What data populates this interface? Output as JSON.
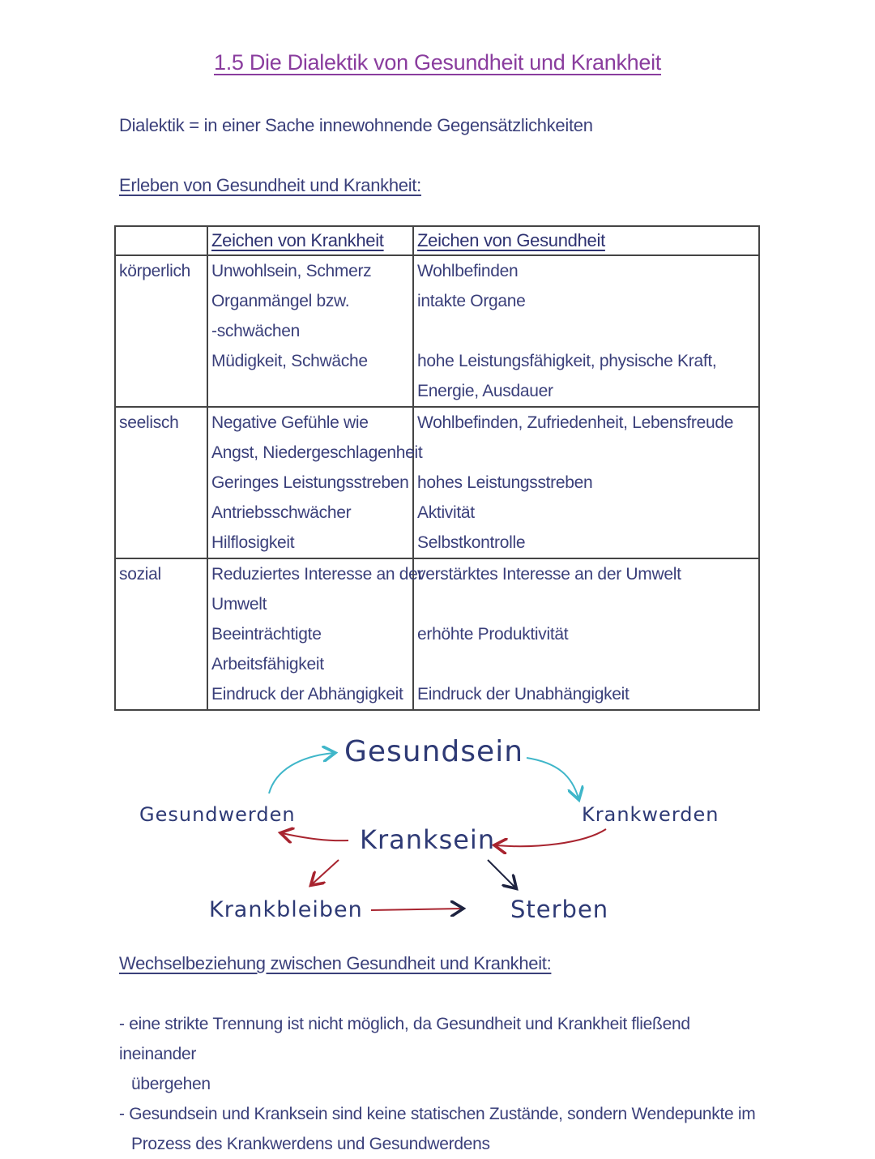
{
  "title": "1.5 Die Dialektik von Gesundheit und Krankheit",
  "definition": "Dialektik = in einer Sache innewohnende Gegensätzlichkeiten",
  "section1_heading": "Erleben von Gesundheit und Krankheit:",
  "table": {
    "header_illness": "Zeichen von Krankheit",
    "header_health": "Zeichen von Gesundheit",
    "rows": [
      {
        "label": "körperlich",
        "illness": [
          "Unwohlsein, Schmerz",
          "Organmängel bzw.",
          "-schwächen",
          "Müdigkeit, Schwäche",
          ""
        ],
        "health": [
          "Wohlbefinden",
          "intakte Organe",
          "",
          "hohe Leistungsfähigkeit, physische Kraft,",
          "Energie, Ausdauer"
        ]
      },
      {
        "label": "seelisch",
        "illness": [
          "Negative Gefühle wie",
          "Angst, Niedergeschlagenheit",
          "Geringes Leistungsstreben",
          "Antriebsschwächer",
          "Hilflosigkeit"
        ],
        "health": [
          "Wohlbefinden, Zufriedenheit, Lebensfreude",
          "",
          "hohes Leistungsstreben",
          "Aktivität",
          "Selbstkontrolle"
        ]
      },
      {
        "label": "sozial",
        "illness": [
          "Reduziertes Interesse an der",
          "Umwelt",
          "Beeinträchtigte",
          "Arbeitsfähigkeit",
          "Eindruck der Abhängigkeit"
        ],
        "health": [
          "verstärktes Interesse an der Umwelt",
          "",
          "erhöhte Produktivität",
          "",
          "Eindruck der Unabhängigkeit"
        ]
      }
    ]
  },
  "diagram": {
    "gesundsein": "Gesundsein",
    "gesundwerden": "Gesundwerden",
    "krankwerden": "Krankwerden",
    "kranksein": "Kranksein",
    "krankbleiben": "Krankbleiben",
    "sterben": "Sterben",
    "colors": {
      "cyan": "#3fb6c9",
      "red": "#a8242f",
      "dark": "#1e2340"
    }
  },
  "section2_heading": "Wechselbeziehung zwischen Gesundheit und Krankheit:",
  "bullets": [
    [
      "- eine strikte Trennung ist nicht möglich, da Gesundheit und Krankheit fließend ineinander",
      "übergehen"
    ],
    [
      "- Gesundsein und Kranksein sind keine statischen Zustände, sondern Wendepunkte im",
      "Prozess des Krankwerdens und Gesundwerdens"
    ]
  ]
}
